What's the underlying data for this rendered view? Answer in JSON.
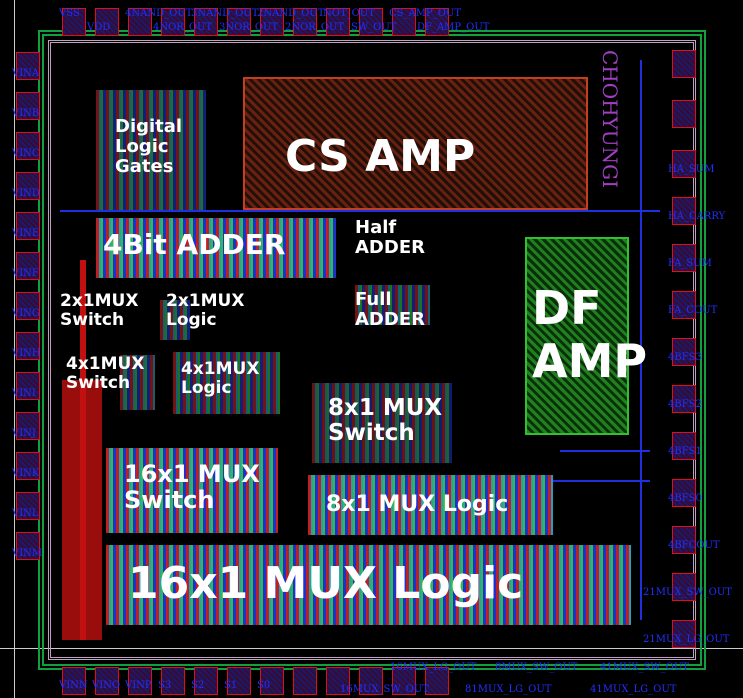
{
  "pads": {
    "top": [
      "VSS",
      "VDD",
      "4NAND_OUT",
      "4NOR_OUT",
      "3NAND_OUT",
      "3NOR_OUT",
      "2NAND_OUT",
      "2NOR_OUT",
      "NOT_OUT",
      "SW_OUT",
      "CS_AMP_OUT",
      "DF_AMP_OUT"
    ],
    "left": [
      "VINA",
      "VINB",
      "VINC",
      "VIND",
      "VINE",
      "VINF",
      "VING",
      "VINH",
      "VINI",
      "VINJ",
      "VINK",
      "VINL",
      "VINM"
    ],
    "right": [
      "HA_SUM",
      "HA_CARRY",
      "FA_SUM",
      "FA_COUT",
      "4BFS3",
      "4BFS2",
      "4BFS1",
      "4BFS0",
      "4BFCOUT",
      "21MUX_SW_OUT",
      "21MUX_LG_OUT"
    ],
    "bottom": [
      "VINN",
      "VINO",
      "VINP",
      "S3",
      "S2",
      "S1",
      "S0"
    ],
    "bottom_extra": [
      "16MUX_LG_OUT",
      "8MUX_SW_OUT",
      "41MUX_SW_OUT",
      "16MUX_SW_OUT",
      "81MUX_LG_OUT",
      "41MUX_LG_OUT"
    ]
  },
  "blocks": {
    "digital_logic": "Digital Logic Gates",
    "cs_amp": "CS AMP",
    "adder4": "4Bit ADDER",
    "half_adder": "Half ADDER",
    "full_adder": "Full ADDER",
    "df_amp": "DF AMP",
    "mux2_switch": "2x1MUX Switch",
    "mux2_logic": "2x1MUX Logic",
    "mux4_switch": "4x1MUX Switch",
    "mux4_logic": "4x1MUX Logic",
    "mux8_switch": "8x1 MUX Switch",
    "mux8_logic": "8x1 MUX Logic",
    "mux16_switch": "16x1 MUX Switch",
    "mux16_logic": "16x1 MUX Logic"
  },
  "author_mark": "CHOHYUNGI",
  "colors": {
    "pad": "#e01010",
    "metal1": "#2030e0",
    "poly": "#c01010",
    "ring": "#10a040",
    "label": "#ffffff"
  }
}
